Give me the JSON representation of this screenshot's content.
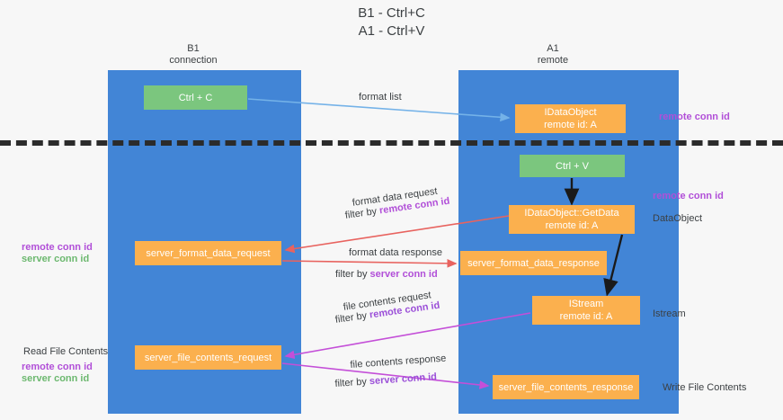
{
  "title": "B1 - Ctrl+C\nA1 - Ctrl+V",
  "columns": {
    "left": "B1\nconnection",
    "right": "A1\nremote"
  },
  "nodes": {
    "ctrl_c": "Ctrl + C",
    "idataobject": "IDataObject\nremote id: A",
    "ctrl_v": "Ctrl + V",
    "getdata": "IDataObject::GetData\nremote id: A",
    "server_format_data_request": "server_format_data_request",
    "server_format_data_response": "server_format_data_response",
    "istream": "IStream\nremote id: A",
    "server_file_contents_request": "server_file_contents_request",
    "server_file_contents_response": "server_file_contents_response"
  },
  "edge_labels": {
    "format_list": "format list",
    "format_data_request": "format data request",
    "format_data_request_filter_prefix": "filter by ",
    "format_data_request_filter_key": "remote conn id",
    "format_data_response": "format data response",
    "format_data_response_filter_prefix": "filter by ",
    "format_data_response_filter_key": "server conn id",
    "file_contents_request": "file contents request",
    "file_contents_request_filter_prefix": "filter by ",
    "file_contents_request_filter_key": "remote conn id",
    "file_contents_response": "file contents response",
    "file_contents_response_filter_prefix": "filter by ",
    "file_contents_response_filter_key": "server conn id"
  },
  "side_labels": {
    "remote_conn_id_top": "remote conn id",
    "remote_conn_id_mid": "remote conn id",
    "dataobject": "DataObject",
    "istream": "Istream",
    "write_file_contents": "Write File Contents",
    "read_file_contents": "Read File Contents",
    "left_remote_conn_id": "remote conn id",
    "left_server_conn_id": "server conn id",
    "left2_remote_conn_id": "remote conn id",
    "left2_server_conn_id": "server conn id"
  },
  "colors": {
    "lane": "#4285d6",
    "green_node": "#7bc67e",
    "orange_node": "#fbb04e",
    "remote_conn_id": "#b14fd8",
    "server_conn_id": "#6cb86f",
    "arrow_blue": "#74b2e8",
    "arrow_red": "#e8635f",
    "arrow_magenta": "#c44fd8",
    "arrow_black": "#1a1a1a",
    "divider": "#2b2b2b",
    "background": "#f7f7f7"
  }
}
